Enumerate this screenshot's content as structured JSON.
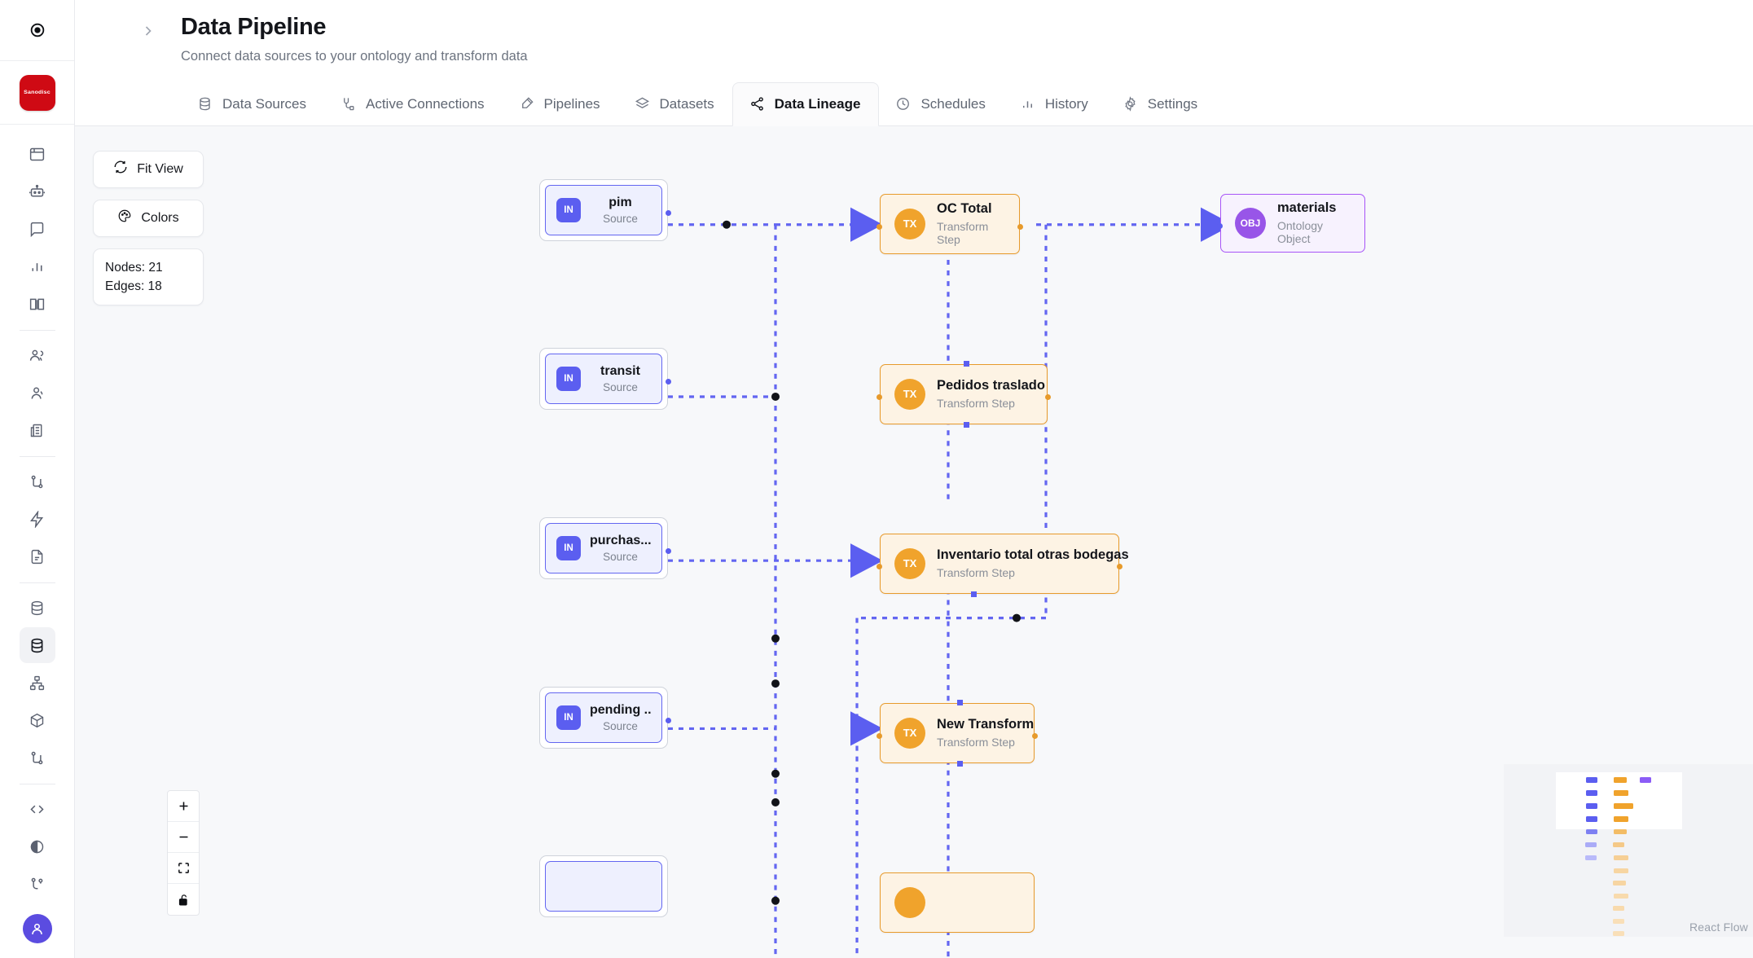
{
  "app": {
    "logo_text": "Sanodisc",
    "logo_color": "#cf0a14"
  },
  "header": {
    "title": "Data Pipeline",
    "subtitle": "Connect data sources to your ontology and transform data",
    "expand_icon": "chevron-right-icon",
    "brand_icon": "target-icon"
  },
  "tabs": [
    {
      "label": "Data Sources",
      "icon": "database-icon",
      "active": false
    },
    {
      "label": "Active Connections",
      "icon": "plug-icon",
      "active": false
    },
    {
      "label": "Pipelines",
      "icon": "pipette-icon",
      "active": false
    },
    {
      "label": "Datasets",
      "icon": "layers-icon",
      "active": false
    },
    {
      "label": "Data Lineage",
      "icon": "share-icon",
      "active": true
    },
    {
      "label": "Schedules",
      "icon": "clock-icon",
      "active": false
    },
    {
      "label": "History",
      "icon": "bar-chart-icon",
      "active": false
    },
    {
      "label": "Settings",
      "icon": "gear-icon",
      "active": false
    }
  ],
  "sidebar": {
    "items": [
      {
        "icon": "browser-icon"
      },
      {
        "icon": "robot-icon"
      },
      {
        "icon": "chat-icon"
      },
      {
        "icon": "bar-chart-icon"
      },
      {
        "icon": "book-icon"
      },
      {
        "icon": "users-icon"
      },
      {
        "icon": "user-icon"
      },
      {
        "icon": "building-icon"
      },
      {
        "icon": "git-branch-icon"
      },
      {
        "icon": "bolt-icon"
      },
      {
        "icon": "file-text-icon"
      },
      {
        "icon": "database-icon"
      },
      {
        "icon": "database-active-icon"
      },
      {
        "icon": "sitemap-icon"
      },
      {
        "icon": "cube-icon"
      },
      {
        "icon": "git-branch-icon"
      },
      {
        "icon": "code-icon"
      },
      {
        "icon": "contrast-icon"
      },
      {
        "icon": "git-merge-icon"
      }
    ],
    "avatar_icon": "user-avatar"
  },
  "canvas_panel": {
    "fit_view_label": "Fit View",
    "fit_view_icon": "refresh-icon",
    "colors_label": "Colors",
    "colors_icon": "palette-icon",
    "nodes_stat": "Nodes: 21",
    "edges_stat": "Edges: 18"
  },
  "zoom_controls": [
    {
      "icon": "plus-icon",
      "name": "zoom-in-button"
    },
    {
      "icon": "minus-icon",
      "name": "zoom-out-button"
    },
    {
      "icon": "fit-view-icon",
      "name": "fit-view-button"
    },
    {
      "icon": "unlock-icon",
      "name": "lock-toggle-button"
    }
  ],
  "minimap": {
    "attribution": "React Flow",
    "source_color": "#5b5ef0",
    "transform_color": "#f0a32c"
  },
  "graph": {
    "colors": {
      "source_border": "#6366f1",
      "source_fill": "#eef0fe",
      "transform_border": "#e79a2b",
      "transform_fill": "#fdf3e4",
      "object_border": "#a855f7",
      "object_fill": "#f7f2fe",
      "edge": "#6366f1"
    },
    "sources": [
      {
        "name": "pim",
        "type": "Source",
        "badge": "IN"
      },
      {
        "name": "transit",
        "type": "Source",
        "badge": "IN"
      },
      {
        "name": "purchas...",
        "type": "Source",
        "badge": "IN"
      },
      {
        "name": "pending ...",
        "type": "Source",
        "badge": "IN"
      }
    ],
    "transforms": [
      {
        "name": "OC Total",
        "type": "Transform Step",
        "badge": "TX"
      },
      {
        "name": "Pedidos traslado",
        "type": "Transform Step",
        "badge": "TX"
      },
      {
        "name": "Inventario total otras bodegas",
        "type": "Transform Step",
        "badge": "TX"
      },
      {
        "name": "New Transform",
        "type": "Transform Step",
        "badge": "TX"
      }
    ],
    "objects": [
      {
        "name": "materials",
        "type": "Ontology Object",
        "badge": "OBJ"
      }
    ]
  }
}
